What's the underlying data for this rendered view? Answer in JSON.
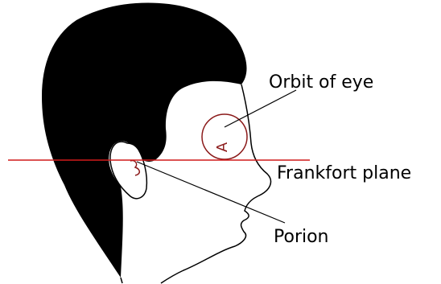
{
  "labels": {
    "orbit": "Orbit of eye",
    "frankfort": "Frankfort plane",
    "porion": "Porion",
    "orbit_marker": "A"
  },
  "colors": {
    "plane_line": "#d11a1a",
    "orbit_circle": "#8b1a1a",
    "hair": "#000000",
    "outline": "#000000",
    "background": "#ffffff"
  },
  "icons": {
    "head": "head-profile-icon",
    "ear": "ear-icon",
    "orbit": "orbit-circle-icon"
  }
}
